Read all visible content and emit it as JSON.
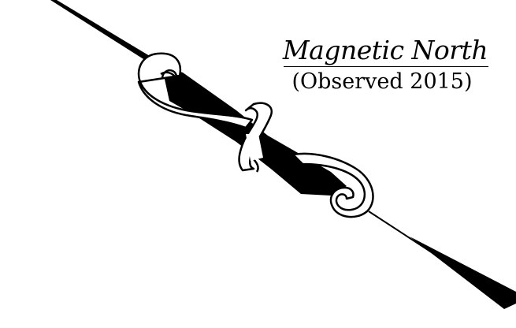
{
  "label": {
    "title": "Magnetic North",
    "subtitle": "(Observed 2015)"
  },
  "colors": {
    "ink": "#000000",
    "paper": "#ffffff"
  },
  "symbol": "magnetic-north-arrow"
}
